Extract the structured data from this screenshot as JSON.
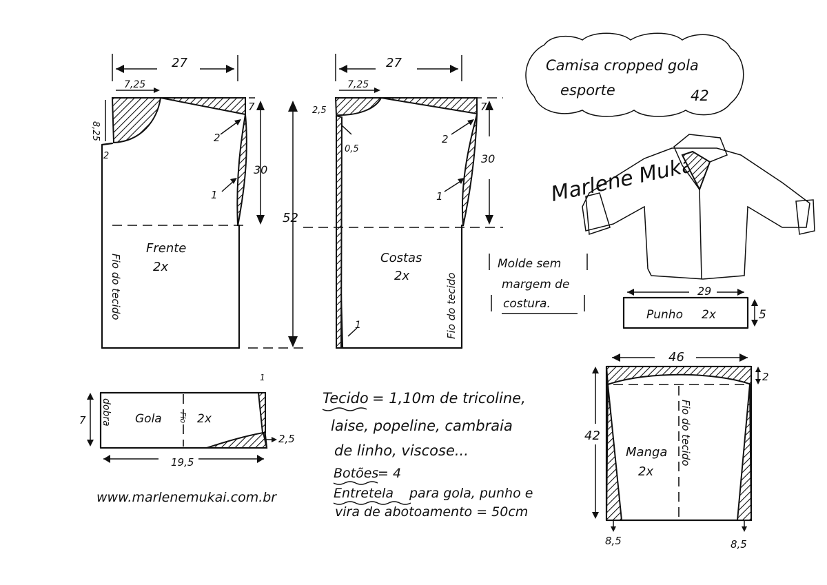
{
  "title": {
    "line1": "Camisa cropped gola",
    "line2": "esporte",
    "size": "42"
  },
  "signature": "Marlene Mukai",
  "website": "www.marlenemukai.com.br",
  "front": {
    "name": "Frente",
    "count": "2x",
    "width": "27",
    "neck_width": "7,25",
    "neck_depth": "8,25",
    "side_offset": "2",
    "shoulder_drop": "7",
    "shoulder_mark": "2",
    "dart_mark": "1",
    "armhole_depth": "30",
    "total_length": "52",
    "grain": "Fio do tecido"
  },
  "back": {
    "name": "Costas",
    "count": "2x",
    "width": "27",
    "neck_width": "7,25",
    "neck_depth": "2,5",
    "neck_mark": "0,5",
    "shoulder_drop": "7",
    "shoulder_mark": "2",
    "dart_mark": "1",
    "hem_mark": "1",
    "armhole_depth": "30",
    "grain": "Fio do tecido"
  },
  "note": {
    "line1": "Molde sem",
    "line2": "margem de",
    "line3": "costura."
  },
  "cuff": {
    "name": "Punho",
    "count": "2x",
    "width": "29",
    "height": "5"
  },
  "collar": {
    "name": "Gola",
    "fold": "dobra",
    "grain": "Fio",
    "count": "2x",
    "height": "7",
    "width": "19,5",
    "tip_offset": "1",
    "point_drop": "2,5"
  },
  "sleeve": {
    "name": "Manga",
    "count": "2x",
    "width": "46",
    "cap_height": "2",
    "length": "42",
    "hem_left": "8,5",
    "hem_right": "8,5",
    "grain": "Fio do tecido"
  },
  "materials": {
    "fabric_label": "Tecido",
    "fabric_line1": "= 1,10m de tricoline,",
    "fabric_line2": "laise, popeline, cambraia",
    "fabric_line3": "de linho, viscose...",
    "buttons_label": "Botões",
    "buttons_value": "= 4",
    "interfacing_label": "Entretela",
    "interfacing_line1": "para gola, punho e",
    "interfacing_line2": "vira de abotoamento = 50cm"
  }
}
